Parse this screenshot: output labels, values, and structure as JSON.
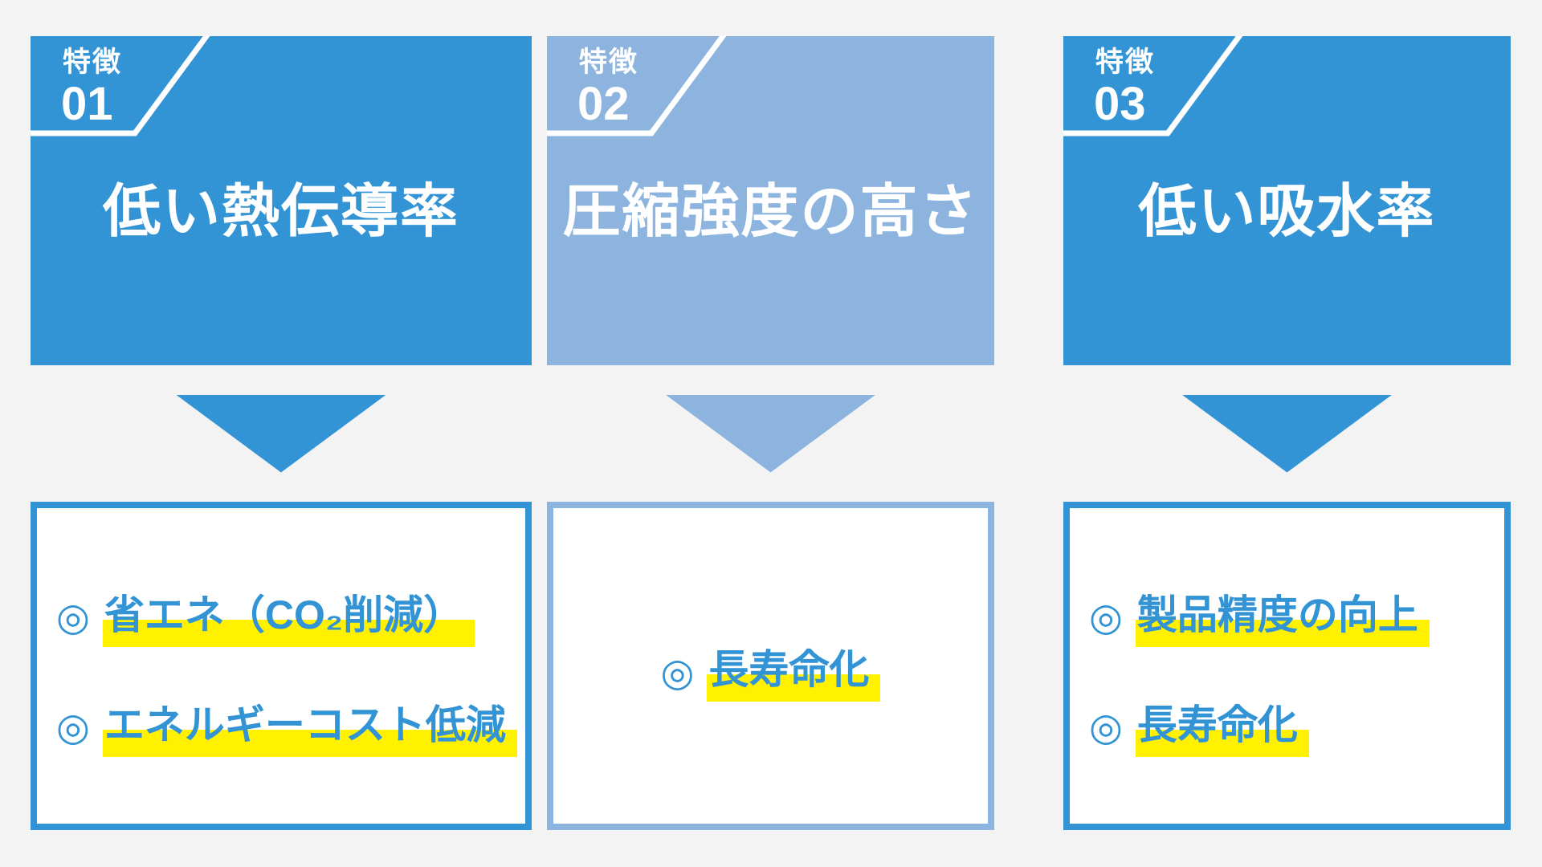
{
  "colors": {
    "primary": "#3293d5",
    "light": "#8cb4df",
    "highlight": "#fff100",
    "background": "#f3f3f3",
    "card_text": "#ffffff"
  },
  "bullet_marker": "◎",
  "columns": [
    {
      "badge_label": "特徴",
      "badge_number": "01",
      "title": "低い熱伝導率",
      "benefits": [
        "省エネ（CO₂削減）",
        "エネルギーコスト低減"
      ]
    },
    {
      "badge_label": "特徴",
      "badge_number": "02",
      "title": "圧縮強度の高さ",
      "benefits": [
        "長寿命化"
      ]
    },
    {
      "badge_label": "特徴",
      "badge_number": "03",
      "title": "低い吸水率",
      "benefits": [
        "製品精度の向上",
        "長寿命化"
      ]
    }
  ]
}
